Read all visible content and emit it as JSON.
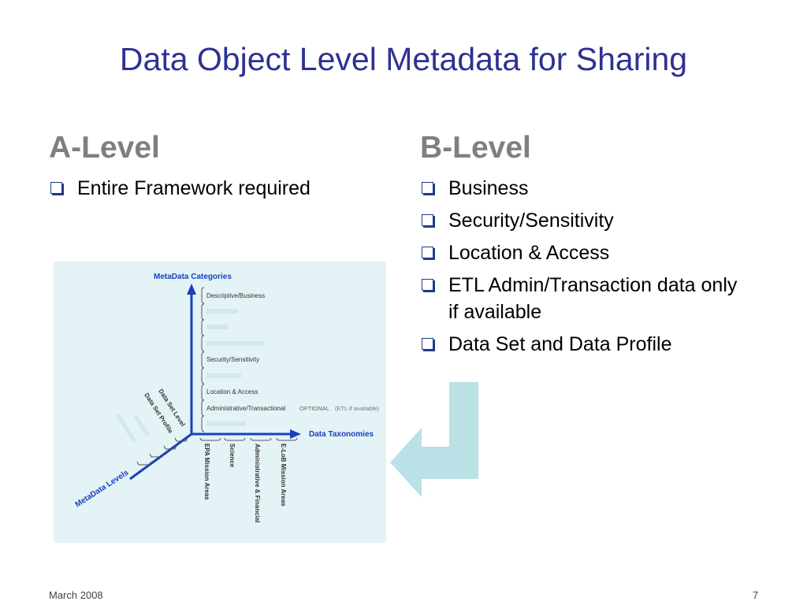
{
  "slide": {
    "title": "Data Object Level Metadata for Sharing",
    "footer_date": "March 2008",
    "page_number": "7"
  },
  "a_level": {
    "heading": "A-Level",
    "bullets": [
      "Entire Framework required"
    ]
  },
  "b_level": {
    "heading": "B-Level",
    "bullets": [
      "Business",
      "Security/Sensitivity",
      "Location & Access",
      "ETL Admin/Transaction data only if available",
      "Data Set and Data Profile"
    ]
  },
  "diagram": {
    "y_axis_label": "MetaData Categories",
    "x_axis_label": "Data Taxonomies",
    "z_axis_label": "MetaData Levels",
    "categories": [
      "Descriptive/Business",
      "Security/Sensitivity",
      "Location & Access",
      "Administrative/Transactional"
    ],
    "optional_label": "OPTIONAL",
    "optional_note": "(ETL if available)",
    "taxonomies": [
      "EPA Mission Areas",
      "Science",
      "Administrative & Financial",
      "E-LoB Mission Areas"
    ],
    "levels": [
      "Data Set Level",
      "Data Set Profile"
    ],
    "colors": {
      "axis": "#1a3fbf",
      "title": "#2e3192",
      "diagram_bg": "#e4f3f5",
      "arrow_fill": "#b9e1e6"
    }
  }
}
